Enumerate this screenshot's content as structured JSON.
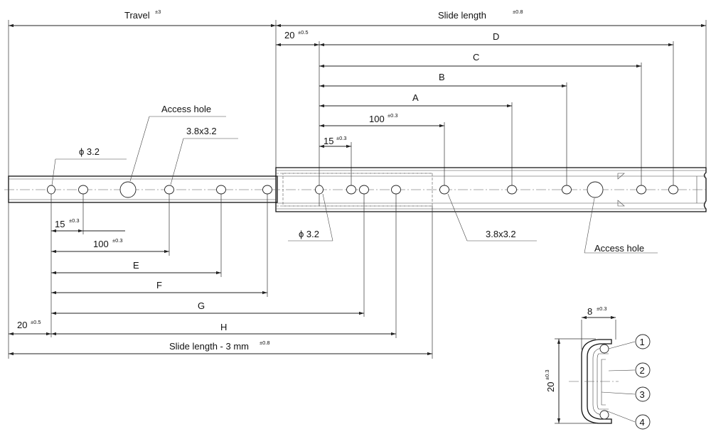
{
  "top": {
    "travel": "Travel",
    "travel_tol": "±3",
    "slide_length": "Slide length",
    "slide_length_tol": "±0.8"
  },
  "right_dims": {
    "offset": "20",
    "offset_tol": "±0.5",
    "D": "D",
    "C": "C",
    "B": "B",
    "A": "A",
    "pitch": "100",
    "pitch_tol": "±0.3",
    "first": "15",
    "first_tol": "±0.3"
  },
  "left_callouts": {
    "access_hole": "Access hole",
    "slot": "3.8x3.2",
    "hole": "ϕ 3.2"
  },
  "left_dims": {
    "first": "15",
    "first_tol": "±0.3",
    "pitch": "100",
    "pitch_tol": "±0.3",
    "E": "E",
    "F": "F",
    "G": "G",
    "H": "H",
    "offset": "20",
    "offset_tol": "±0.5",
    "overall": "Slide length - 3 mm",
    "overall_tol": "±0.8"
  },
  "right_callouts": {
    "hole": "ϕ 3.2",
    "slot": "3.8x3.2",
    "access_hole": "Access hole"
  },
  "section": {
    "width": "8",
    "width_tol": "±0.3",
    "height": "20",
    "height_tol": "±0.3",
    "balloons": [
      "1",
      "2",
      "3",
      "4"
    ]
  }
}
